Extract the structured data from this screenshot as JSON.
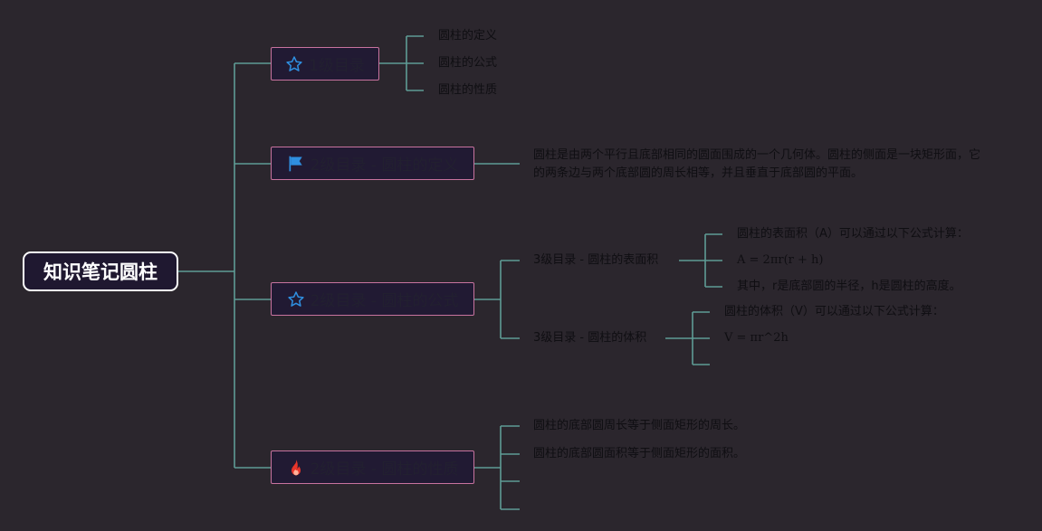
{
  "root": {
    "label": "知识笔记圆柱"
  },
  "topics": [
    {
      "label": "1级目录",
      "icon": "star-icon",
      "children": [
        "圆柱的定义",
        "圆柱的公式",
        "圆柱的性质"
      ]
    },
    {
      "label": "2级目录 - 圆柱的定义",
      "icon": "flag-icon",
      "paragraph": "圆柱是由两个平行且底部相同的圆面围成的一个几何体。圆柱的侧面是一块矩形面，它的两条边与两个底部圆的周长相等，并且垂直于底部圆的平面。"
    },
    {
      "label": "2级目录 - 圆柱的公式",
      "icon": "star-icon",
      "subtopics": [
        {
          "label": "3级目录 - 圆柱的表面积",
          "children": [
            "圆柱的表面积（A）可以通过以下公式计算：",
            "A = 2πr(r + h)",
            "其中，r是底部圆的半径，h是圆柱的高度。"
          ]
        },
        {
          "label": "3级目录 - 圆柱的体积",
          "children": [
            "圆柱的体积（V）可以通过以下公式计算：",
            "V = πr^2h",
            ""
          ]
        }
      ]
    },
    {
      "label": "2级目录 - 圆柱的性质",
      "icon": "fire-icon",
      "children": [
        "圆柱的底部圆周长等于侧面矩形的周长。",
        "圆柱的底部圆面积等于侧面矩形的面积。",
        "",
        ""
      ]
    }
  ],
  "colors": {
    "background": "#2b262d",
    "connector": "#5e9c95",
    "topic_border": "#c8739f",
    "topic_fill": "#211a33",
    "root_border": "#ffffff",
    "root_fill": "#1f1830",
    "star_icon": "#2f8fe0",
    "flag_icon": "#2f8fe0",
    "fire_icon": "#e8352a"
  }
}
